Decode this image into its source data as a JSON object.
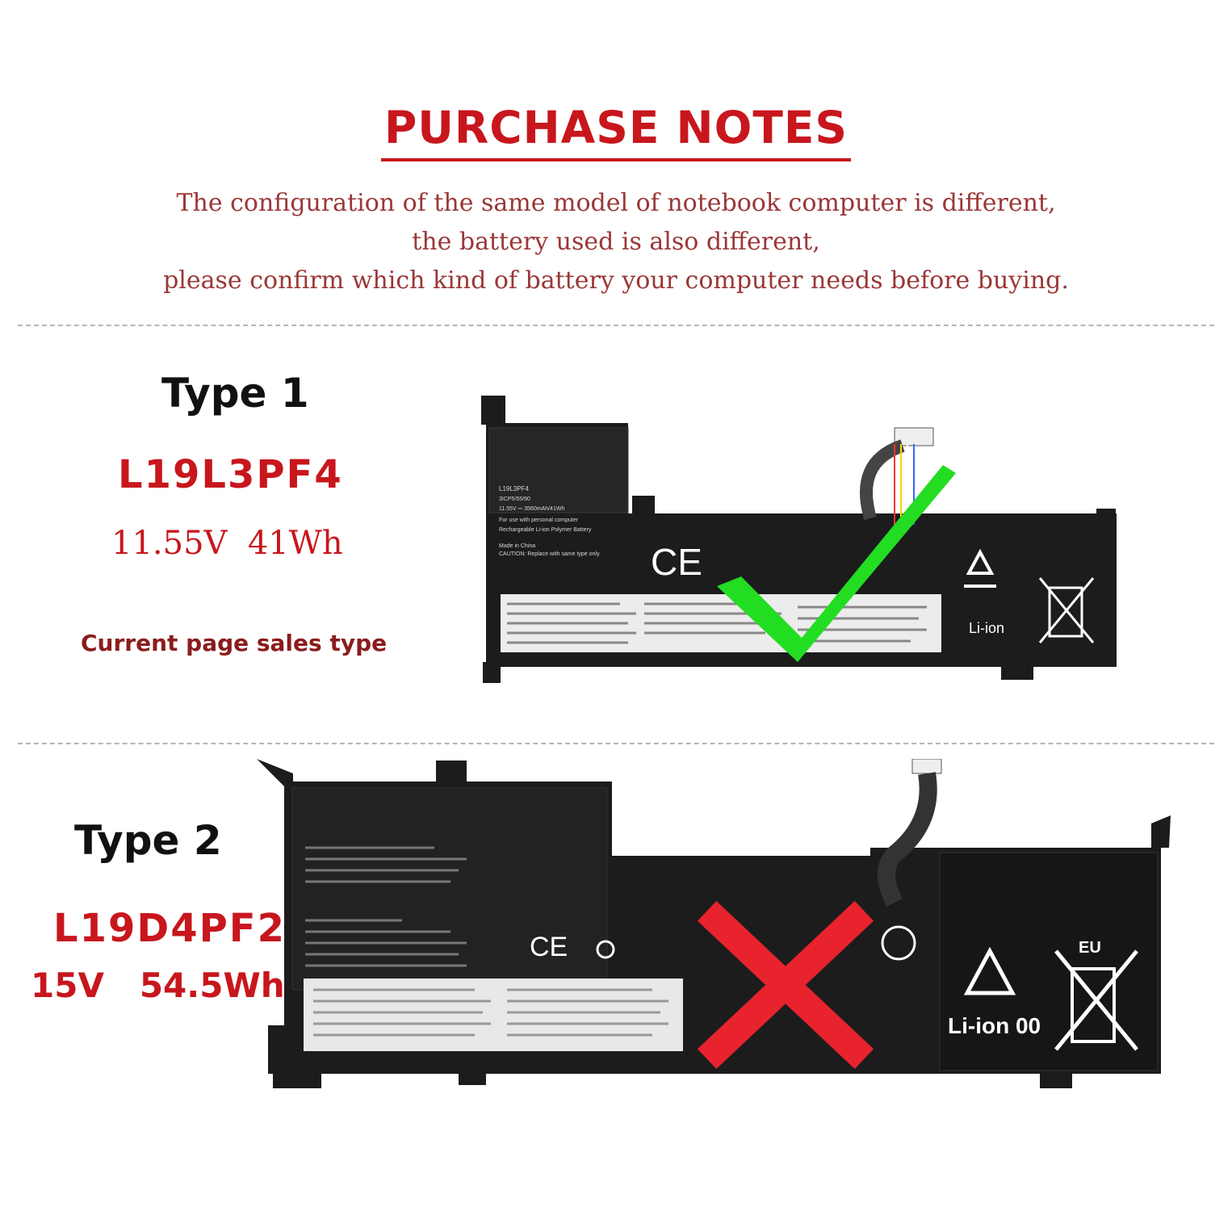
{
  "header": {
    "title": "PURCHASE NOTES",
    "notes": [
      "The configuration of the same model of notebook computer is different,",
      "the battery used is also different,",
      "please confirm which kind of battery your computer needs before buying."
    ]
  },
  "type1": {
    "label": "Type 1",
    "model": "L19L3PF4",
    "spec": "11.55V  41Wh",
    "note": "Current page sales type",
    "battery": {
      "label_lines": [
        "L19L3PF4",
        "3ICP5/55/90",
        "11.55V ⎓ 3560mAh/41Wh",
        "For use with personal computer",
        "Rechargeable Li-ion Polymer Battery",
        "Made in China",
        "CAUTION: Replace with same type only."
      ],
      "ce": "CE",
      "li_ion": "Li-ion",
      "status_icon": "check-mark-icon",
      "status_color": "#22dd22"
    }
  },
  "type2": {
    "label": "Type 2",
    "model": "L19D4PF2",
    "spec": "15V   54.5Wh",
    "battery": {
      "ce": "CE",
      "li_ion": "Li-ion 00",
      "eu": "EU",
      "status_icon": "cross-mark-icon",
      "status_color": "#e8232d"
    }
  },
  "colors": {
    "accent_red": "#c8161d",
    "battery_body": "#1c1c1c"
  }
}
